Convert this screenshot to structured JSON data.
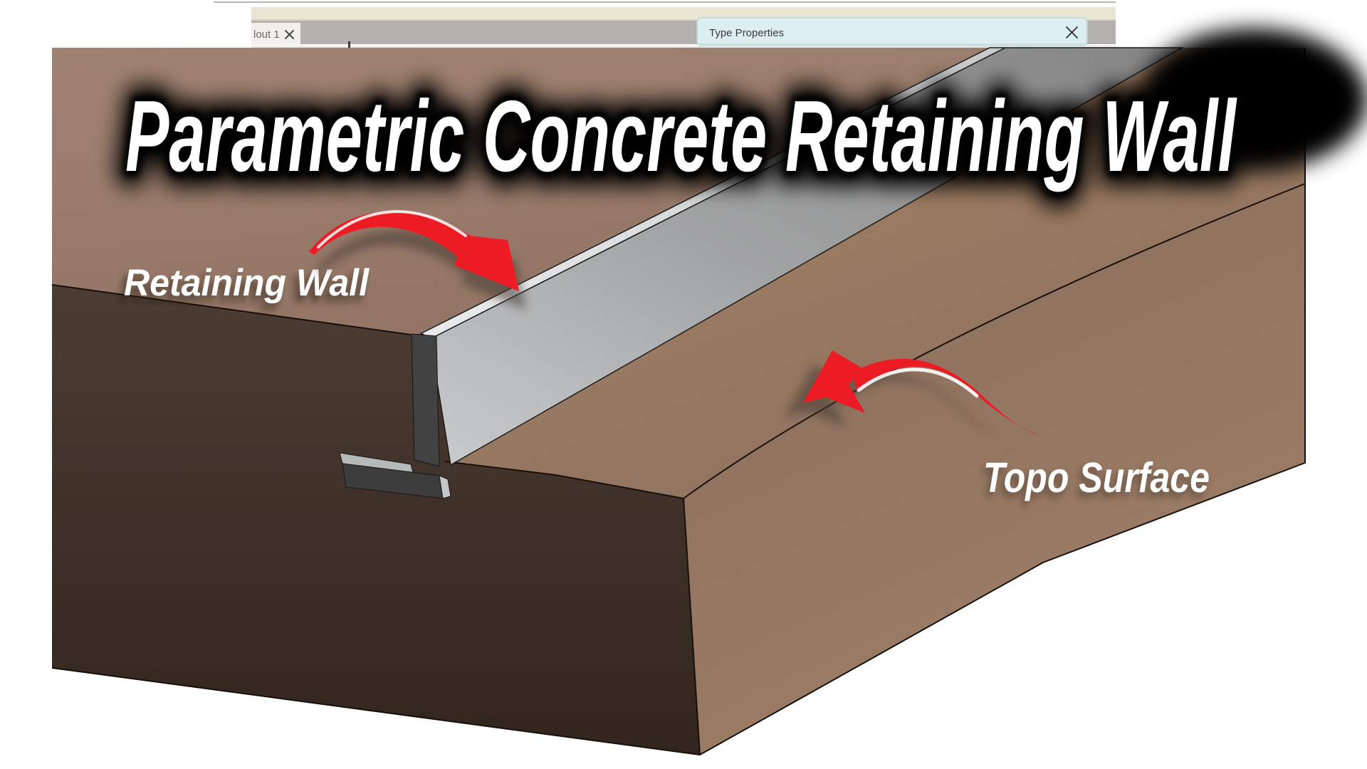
{
  "window_chrome": {
    "view_tab": {
      "label": "lout 1",
      "close_icon": "close-icon"
    },
    "colors": {
      "top_strip": "#e8e5d4",
      "tab_bar": "#b3b1ae",
      "active_tab": "#f1f0ee"
    }
  },
  "dialog": {
    "title": "Type Properties",
    "close_icon": "close-icon",
    "bg_color": "#ddeef0"
  },
  "illustration": {
    "title": "Parametric Concrete Retaining Wall",
    "callouts": [
      {
        "label": "Retaining Wall",
        "arrow": "red-curved-arrow pointing down-right at concrete wall"
      },
      {
        "label": "Topo Surface",
        "arrow": "red-curved-arrow pointing left at terrain surface"
      }
    ],
    "colors": {
      "arrow_red": "#ed1c24",
      "terrain_top": "#97796a",
      "terrain_front_dark": "#3a2d24",
      "terrain_side": "#93755f",
      "wall_concrete": "#a7a8a9",
      "wall_footing_dark": "#3d3d3d",
      "title_fill": "#ffffff",
      "title_glow": "#000000"
    }
  }
}
